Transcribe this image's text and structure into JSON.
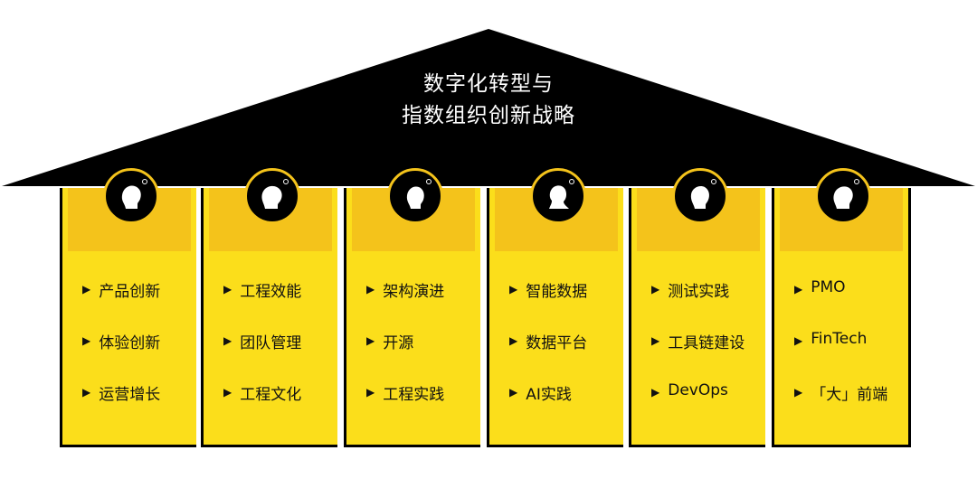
{
  "title": {
    "line1": "数字化转型与",
    "line2": "指数组织创新战略"
  },
  "colors": {
    "roof": "#000000",
    "pillar": "#fbde1b",
    "band": "#f4c31b",
    "text": "#111111",
    "title_text": "#ffffff"
  },
  "pillars": [
    {
      "icon": "person-head-icon",
      "items": [
        "产品创新",
        "体验创新",
        "运营增长"
      ]
    },
    {
      "icon": "person-head-icon",
      "items": [
        "工程效能",
        "团队管理",
        "工程文化"
      ]
    },
    {
      "icon": "person-head-icon",
      "items": [
        "架构演进",
        "开源",
        "工程实践"
      ]
    },
    {
      "icon": "person-head-icon",
      "items": [
        "智能数据",
        "数据平台",
        "AI实践"
      ]
    },
    {
      "icon": "person-head-icon",
      "items": [
        "测试实践",
        "工具链建设",
        "DevOps"
      ]
    },
    {
      "icon": "person-head-icon",
      "items": [
        "PMO",
        "FinTech",
        "「大」前端"
      ]
    }
  ]
}
